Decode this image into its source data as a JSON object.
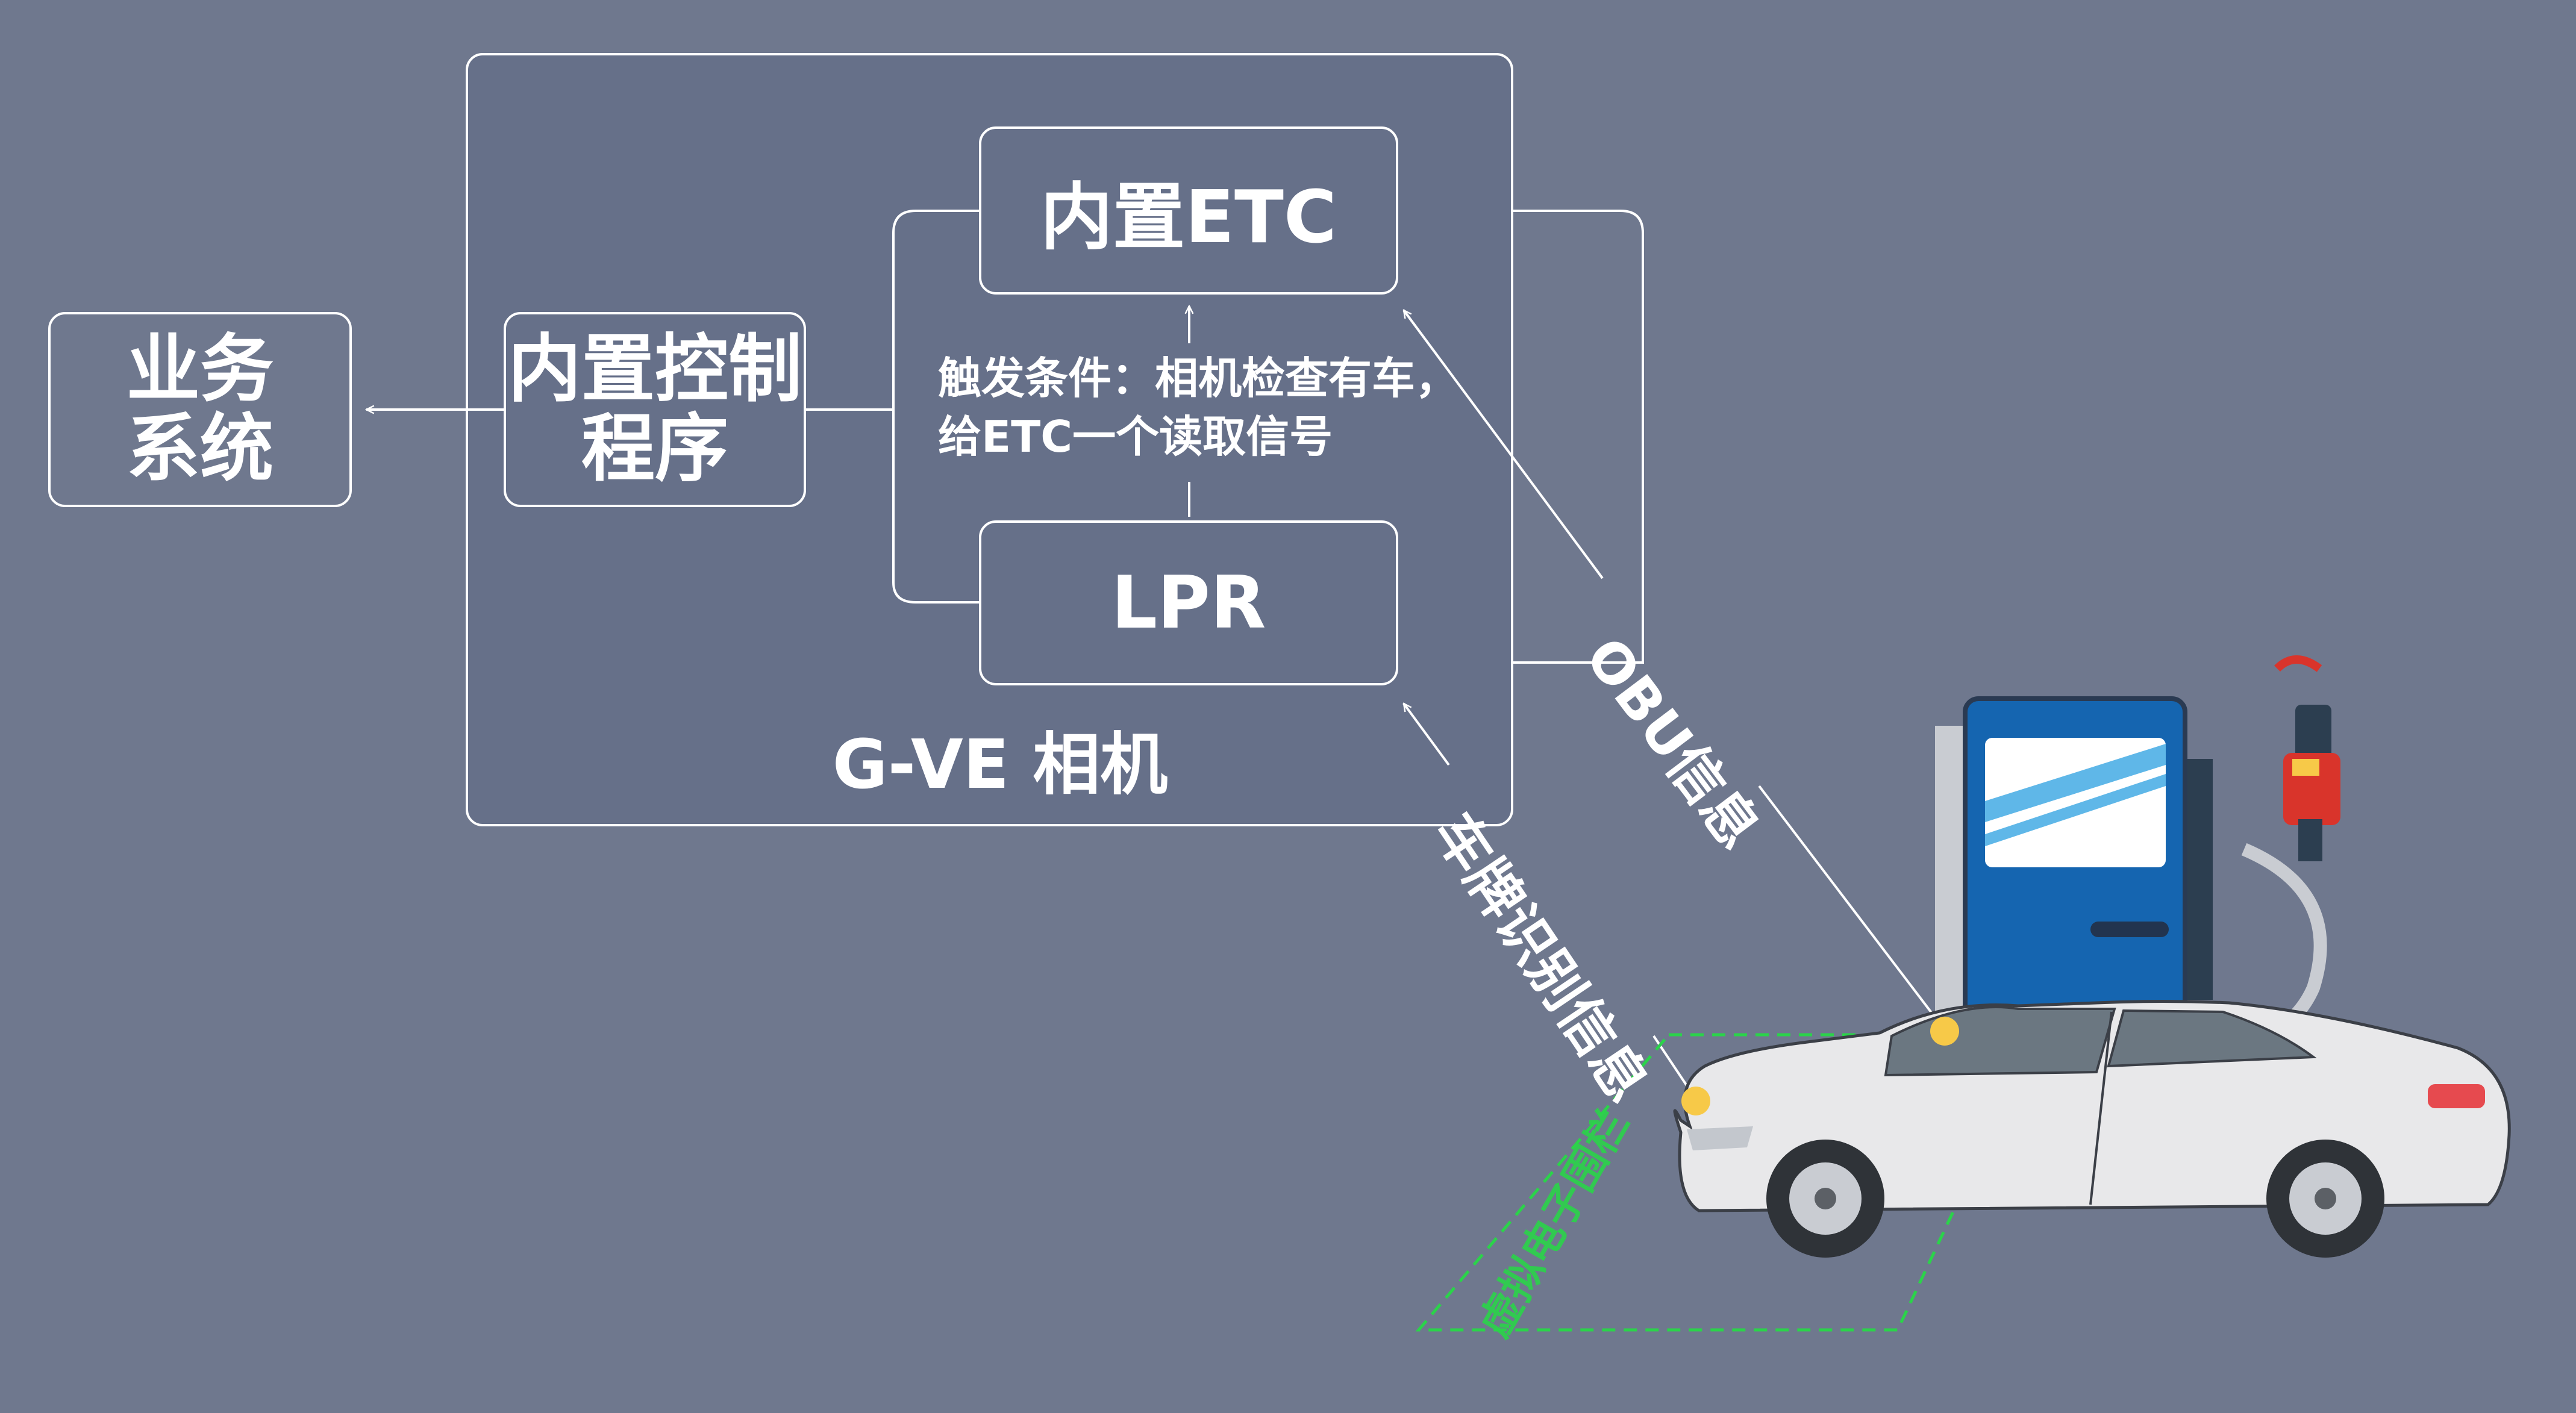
{
  "business_system": {
    "label": "业务\n系统"
  },
  "control_program": {
    "label": "内置控制\n程序"
  },
  "etc_box": {
    "label": "内置ETC"
  },
  "lpr_box": {
    "label": "LPR"
  },
  "trigger_note": {
    "line1": "触发条件：相机检查有车，",
    "line2": "给ETC一个读取信号"
  },
  "camera": {
    "label": "G-VE 相机"
  },
  "obu_label": "OBU信息",
  "plate_label": "车牌识别信息",
  "zone_label": "虚拟电子围栏",
  "colors": {
    "background": "#6f788e",
    "line": "#ffffff",
    "dot": "#f7c948",
    "fence": "#2bd34a",
    "pump": "#1565b0",
    "nozzle": "#d9342b"
  }
}
